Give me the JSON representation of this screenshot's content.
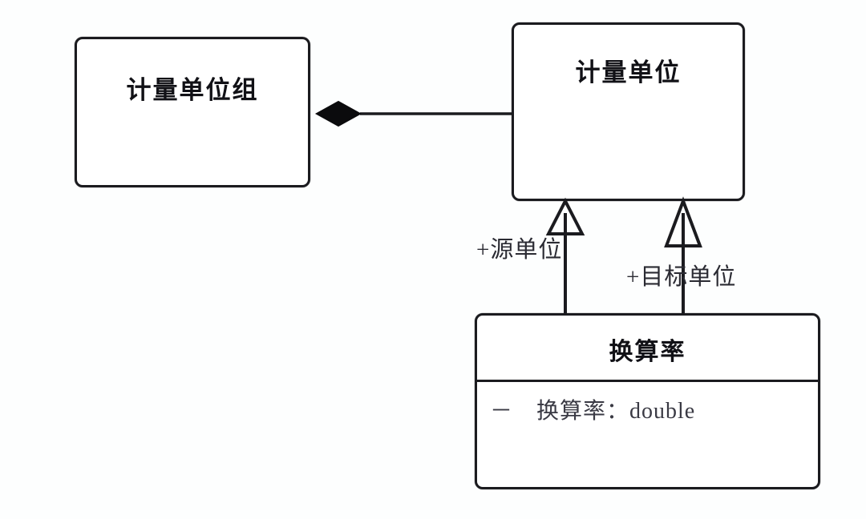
{
  "diagram": {
    "type": "uml-class-diagram",
    "background_color": "#fdfefe",
    "line_color": "#1b1b1f",
    "text_color": "#111116",
    "classes": [
      {
        "id": "unit-group",
        "name": "计量单位组",
        "attributes": []
      },
      {
        "id": "unit",
        "name": "计量单位",
        "attributes": []
      },
      {
        "id": "rate",
        "name": "换算率",
        "attributes": [
          {
            "visibility": "－",
            "signature": "换算率：double"
          }
        ]
      }
    ],
    "relationships": [
      {
        "id": "composition-group-unit",
        "kind": "composition",
        "marker": "filled-diamond",
        "from": "计量单位组",
        "to": "计量单位",
        "label": ""
      },
      {
        "id": "generalization-rate-source",
        "kind": "generalization",
        "marker": "hollow-triangle",
        "from": "换算率",
        "to": "计量单位",
        "label": "+源单位"
      },
      {
        "id": "generalization-rate-target",
        "kind": "generalization",
        "marker": "hollow-triangle",
        "from": "换算率",
        "to": "计量单位",
        "label": "+目标单位"
      }
    ]
  }
}
